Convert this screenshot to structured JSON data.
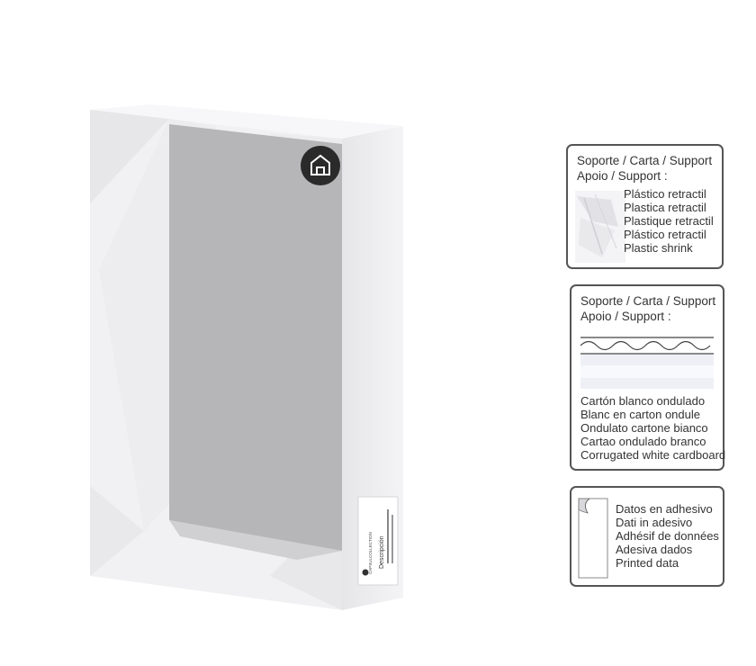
{
  "product": {
    "label_brand": "CAPSULCOLLECTION",
    "label_title": "Descripción",
    "icon": "house-icon"
  },
  "panels": [
    {
      "header": [
        "Soporte / Carta  / Support",
        "Apoio  / Support :"
      ],
      "lines": [
        "Plástico retractil",
        "Plastica retractil",
        "Plastique retractil",
        "Plástico retractil",
        "Plastic shrink"
      ]
    },
    {
      "header": [
        "Soporte / Carta  / Support",
        "Apoio  / Support :"
      ],
      "lines": [
        "Cartón blanco ondulado",
        "Blanc en carton ondule",
        "Ondulato cartone bianco",
        "Cartao ondulado branco",
        "Corrugated white cardboard"
      ]
    },
    {
      "lines": [
        "Datos en adhesivo",
        "Dati in adesivo",
        "Adhésif de données",
        "Adesiva dados",
        "Printed data"
      ]
    }
  ]
}
